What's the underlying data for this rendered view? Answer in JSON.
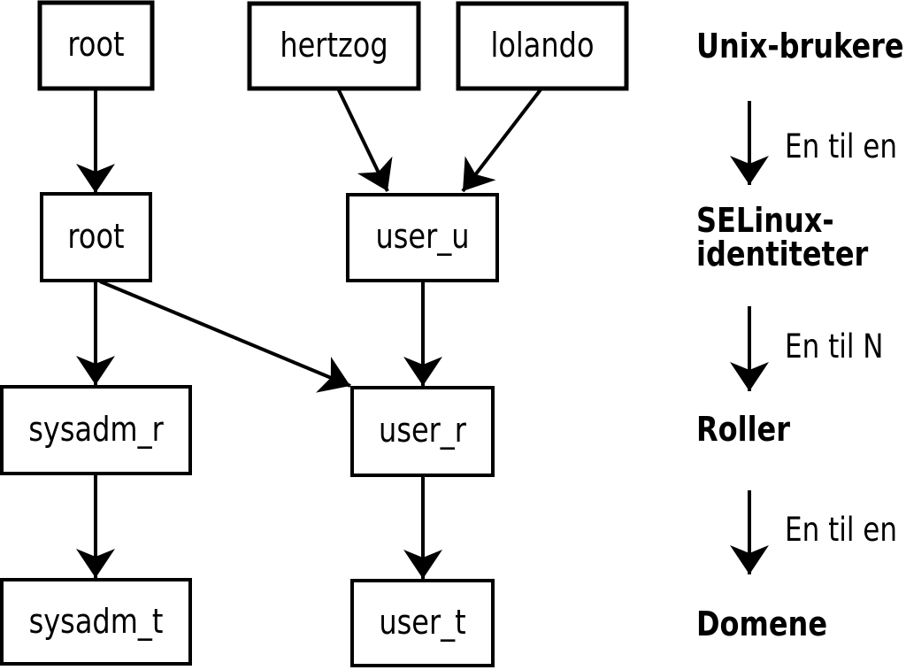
{
  "diagram": {
    "nodes": [
      {
        "id": "unix-user-root",
        "label": "root"
      },
      {
        "id": "unix-user-hertzog",
        "label": "hertzog"
      },
      {
        "id": "unix-user-lolando",
        "label": "lolando"
      },
      {
        "id": "selinux-identity-root",
        "label": "root"
      },
      {
        "id": "selinux-identity-user_u",
        "label": "user_u"
      },
      {
        "id": "role-sysadm_r",
        "label": "sysadm_r"
      },
      {
        "id": "role-user_r",
        "label": "user_r"
      },
      {
        "id": "domain-sysadm_t",
        "label": "sysadm_t"
      },
      {
        "id": "domain-user_t",
        "label": "user_t"
      }
    ],
    "edges": [
      {
        "from": "root (Unix-bruker)",
        "to": "root (SELinux-identitet)"
      },
      {
        "from": "hertzog",
        "to": "user_u"
      },
      {
        "from": "lolando",
        "to": "user_u"
      },
      {
        "from": "root (SELinux-identitet)",
        "to": "sysadm_r"
      },
      {
        "from": "root (SELinux-identitet)",
        "to": "user_r"
      },
      {
        "from": "user_u",
        "to": "user_r"
      },
      {
        "from": "sysadm_r",
        "to": "sysadm_t"
      },
      {
        "from": "user_r",
        "to": "user_t"
      }
    ]
  },
  "legend": {
    "levels": [
      {
        "label": "Unix-brukere",
        "lines": [
          "Unix-brukere"
        ]
      },
      {
        "label": "SELinux-identiteter",
        "lines": [
          "SELinux-",
          "identiteter"
        ]
      },
      {
        "label": "Roller",
        "lines": [
          "Roller"
        ]
      },
      {
        "label": "Domene",
        "lines": [
          "Domene"
        ]
      }
    ],
    "relations": [
      {
        "label": "En til en"
      },
      {
        "label": "En til N"
      },
      {
        "label": "En til en"
      }
    ]
  },
  "colors": {
    "ink": "#000000",
    "background": "#ffffff",
    "box_fill": "#ffffff"
  }
}
